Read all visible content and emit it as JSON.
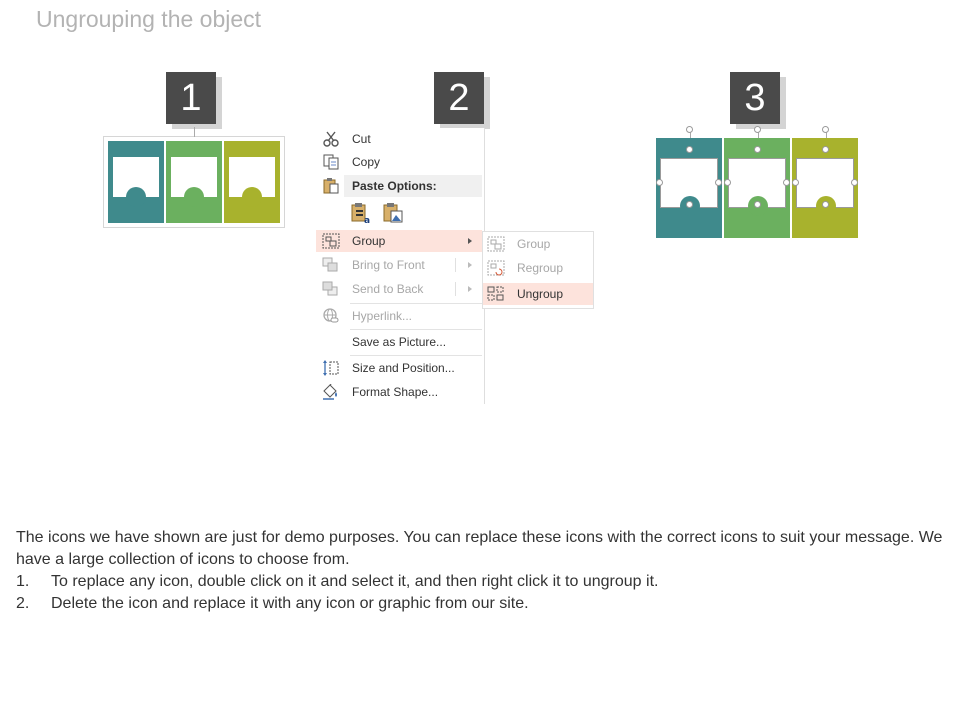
{
  "title": "Ungrouping the object",
  "steps": [
    "1",
    "2",
    "3"
  ],
  "colors": {
    "teal": "#3f8a8c",
    "green": "#6bb05f",
    "olive": "#a8b22d",
    "badge": "#4a4a4a",
    "highlight": "#fde3dc"
  },
  "context_menu": {
    "cut": "Cut",
    "copy": "Copy",
    "paste_options": "Paste Options:",
    "group": "Group",
    "bring_to_front": "Bring to Front",
    "send_to_back": "Send to Back",
    "hyperlink": "Hyperlink...",
    "save_as_picture": "Save as Picture...",
    "size_and_position": "Size and Position...",
    "format_shape": "Format Shape..."
  },
  "group_submenu": {
    "group": "Group",
    "regroup": "Regroup",
    "ungroup": "Ungroup"
  },
  "description": {
    "intro": "The icons we have shown are just for demo purposes. You can replace these icons with the correct icons to suit your message. We have a large collection of icons to choose from.",
    "items": [
      {
        "num": "1.",
        "text": "To replace any icon, double click on it and select it, and then right click it to ungroup it."
      },
      {
        "num": "2.",
        "text": "Delete the icon and replace it with any icon or graphic from our site."
      }
    ]
  }
}
